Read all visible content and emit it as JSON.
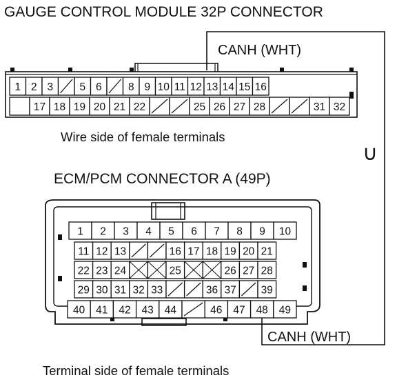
{
  "gauge_connector": {
    "title": "GAUGE CONTROL MODULE 32P CONNECTOR",
    "wire_label": "CANH (WHT)",
    "side_note": "Wire side of female terminals",
    "row1": [
      "1",
      "2",
      "3",
      "",
      "5",
      "6",
      "",
      "8",
      "9",
      "10",
      "11",
      "12",
      "13",
      "14",
      "15",
      "16"
    ],
    "row2": [
      "",
      "17",
      "18",
      "19",
      "20",
      "21",
      "22",
      "",
      "",
      "25",
      "26",
      "27",
      "28",
      "",
      "",
      "31",
      "32"
    ]
  },
  "ecm_connector": {
    "title": "ECM/PCM CONNECTOR A (49P)",
    "wire_label": "CANH (WHT)",
    "side_note": "Terminal side of female terminals",
    "row1": [
      "1",
      "2",
      "3",
      "4",
      "5",
      "6",
      "7",
      "8",
      "9",
      "10"
    ],
    "row2": [
      "11",
      "12",
      "13",
      "",
      "",
      "16",
      "17",
      "18",
      "19",
      "20",
      "21"
    ],
    "row3": [
      "22",
      "23",
      "24",
      "",
      "",
      "25",
      "",
      "",
      "26",
      "27",
      "28"
    ],
    "row4": [
      "29",
      "30",
      "31",
      "32",
      "33",
      "",
      "",
      "36",
      "37",
      "",
      "39"
    ],
    "row5": [
      "40",
      "41",
      "42",
      "43",
      "44",
      "",
      "46",
      "47",
      "48",
      "49"
    ]
  },
  "continuity_symbol": "∪"
}
